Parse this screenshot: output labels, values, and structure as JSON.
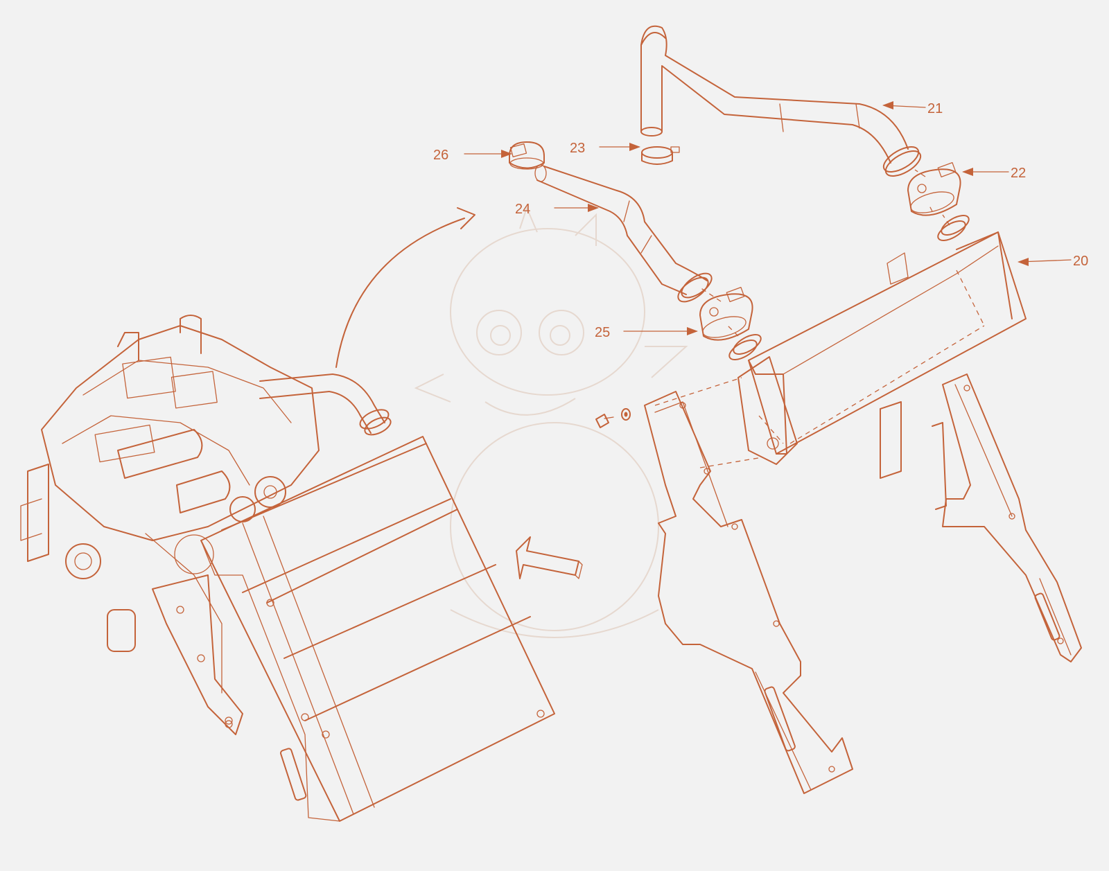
{
  "colors": {
    "line": "#c4633a",
    "background": "#f2f2f2",
    "watermark": "#e6d8cf"
  },
  "callouts": [
    {
      "id": "20",
      "label": "20"
    },
    {
      "id": "21",
      "label": "21"
    },
    {
      "id": "22",
      "label": "22"
    },
    {
      "id": "23",
      "label": "23"
    },
    {
      "id": "24",
      "label": "24"
    },
    {
      "id": "25",
      "label": "25"
    },
    {
      "id": "26",
      "label": "26"
    }
  ],
  "icons": [
    "curved-arrow-icon",
    "direction-arrow-icon",
    "watermark-dragon-icon"
  ]
}
